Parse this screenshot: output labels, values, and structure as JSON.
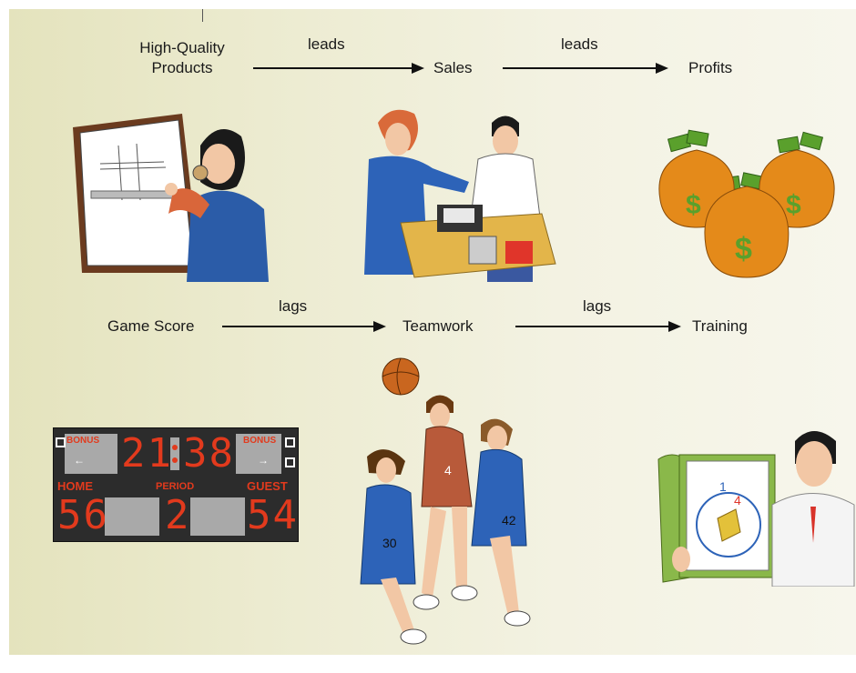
{
  "row1": {
    "node1": "High-Quality\nProducts",
    "node1_line1": "High-Quality",
    "node1_line2": "Products",
    "node2": "Sales",
    "node3": "Profits",
    "arrow1_label": "leads",
    "arrow2_label": "leads"
  },
  "row2": {
    "node1": "Game Score",
    "node2": "Teamwork",
    "node3": "Training",
    "arrow1_label": "lags",
    "arrow2_label": "lags"
  },
  "scoreboard": {
    "bonus_left": "BONUS",
    "bonus_right": "BONUS",
    "clock_minutes": "21",
    "clock_seconds": "38",
    "home_label": "HOME",
    "period_label": "PERIOD",
    "guest_label": "GUEST",
    "home_score": "56",
    "period": "2",
    "guest_score": "54"
  },
  "jerseys": {
    "left": "30",
    "right": "42"
  },
  "colors": {
    "panel": "#ecebd0",
    "arrow": "#111111",
    "scoreboard_red": "#e23a1d",
    "money_bag": "#e48a1a",
    "money_green": "#5aa02c",
    "uniform_blue": "#2d63b8",
    "uniform_red": "#b85a3a"
  },
  "icons": [
    "drafting-illustration",
    "cashier-illustration",
    "money-bags-illustration",
    "scoreboard-illustration",
    "basketball-players-illustration",
    "coach-clipboard-illustration"
  ]
}
